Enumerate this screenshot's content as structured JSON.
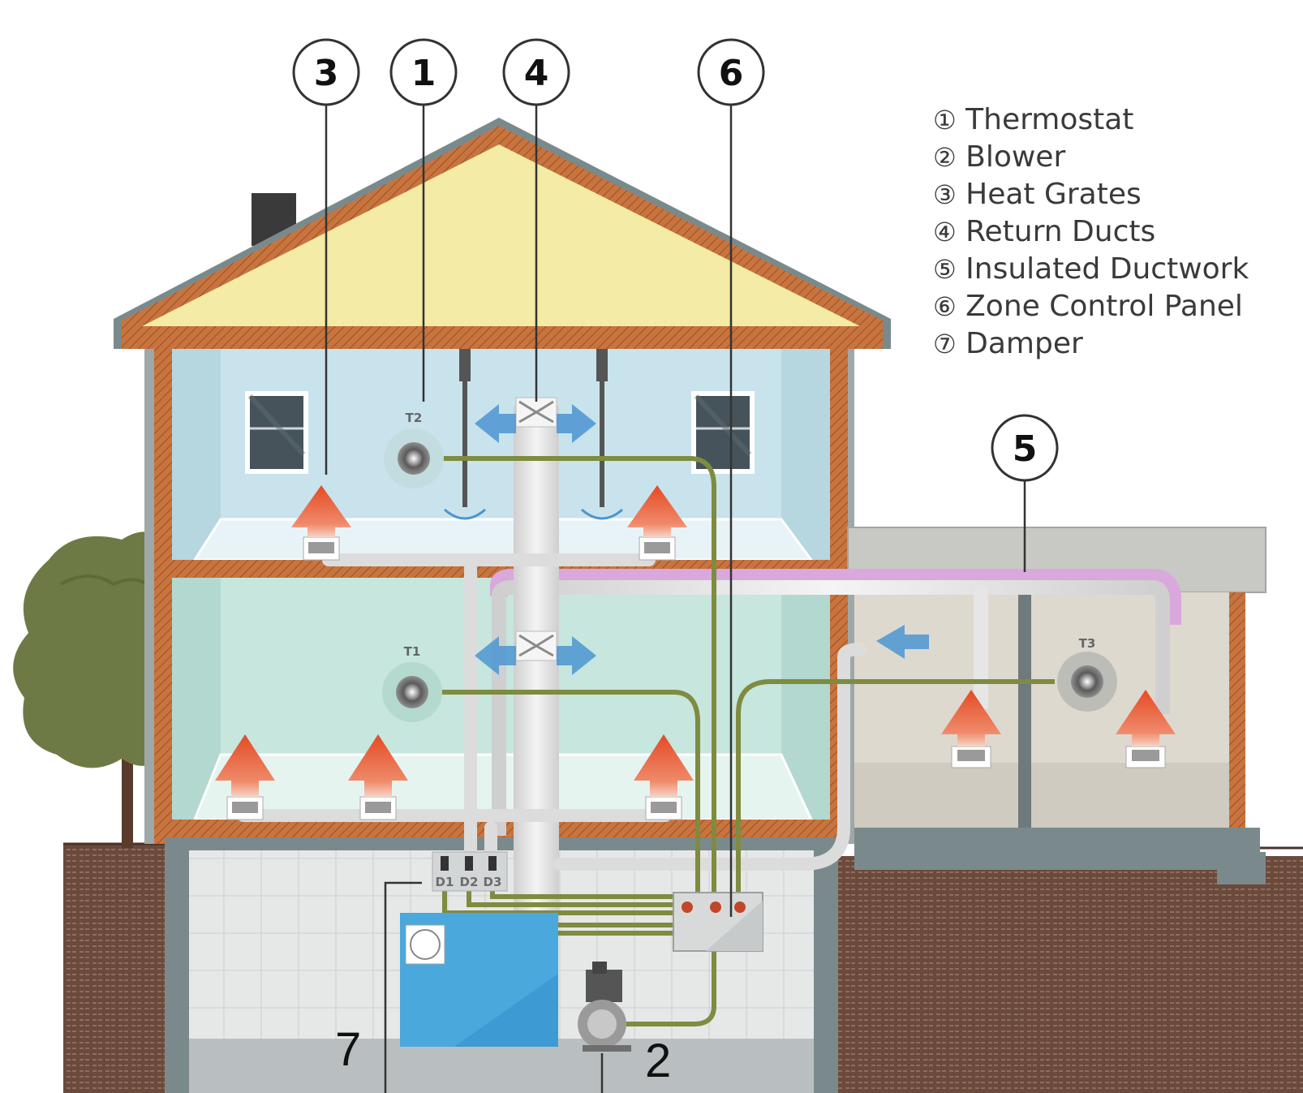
{
  "legend": [
    {
      "num": "①",
      "label": "Thermostat"
    },
    {
      "num": "②",
      "label": "Blower"
    },
    {
      "num": "③",
      "label": "Heat Grates"
    },
    {
      "num": "④",
      "label": "Return Ducts"
    },
    {
      "num": "⑤",
      "label": "Insulated Ductwork"
    },
    {
      "num": "⑥",
      "label": "Zone Control Panel"
    },
    {
      "num": "⑦",
      "label": "Damper"
    }
  ],
  "callouts": {
    "c3": "3",
    "c1": "1",
    "c4": "4",
    "c6": "6",
    "c5": "5"
  },
  "thermostats": {
    "t1": "T1",
    "t2": "T2",
    "t3": "T3"
  },
  "dampers": {
    "d1": "D1",
    "d2": "D2",
    "d3": "D3"
  },
  "bottom_labels": {
    "damper": "7",
    "blower": "2"
  },
  "colors": {
    "attic": "#f3eba6",
    "frame": "#c8743f",
    "upper_room": "#c9e3ec",
    "lower_room": "#c6e6de",
    "garage": "#ddd9cf",
    "basement": "#e4e6e6",
    "soil": "#6b4a3c",
    "duct": "#dcdcdc",
    "wire": "#7f8b3f",
    "furnace": "#3d9ad2",
    "heat_arrow": "#e8532a",
    "return_arrow": "#4c95d2",
    "insulation": "#d9a8dd"
  }
}
